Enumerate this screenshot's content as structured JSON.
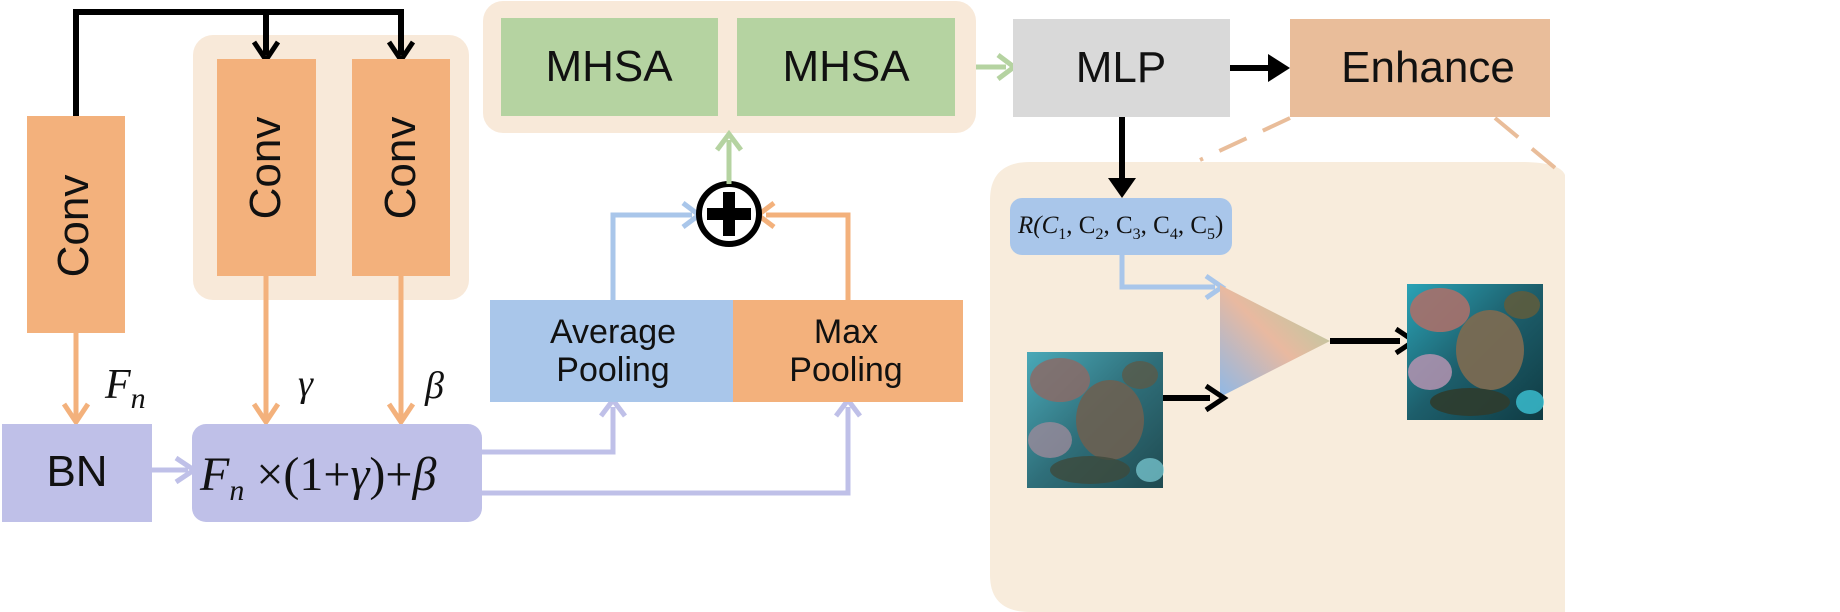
{
  "blocks": {
    "conv_left": "Conv",
    "conv_mid1": "Conv",
    "conv_mid2": "Conv",
    "bn": "BN",
    "mhsa1": "MHSA",
    "mhsa2": "MHSA",
    "mlp": "MLP",
    "enhance": "Enhance",
    "avg_pool_line1": "Average",
    "avg_pool_line2": "Pooling",
    "max_pool_line1": "Max",
    "max_pool_line2": "Pooling"
  },
  "math": {
    "fn_main": "F",
    "fn_sub": "n",
    "gamma": "γ",
    "beta": "β",
    "formula_f": "F",
    "formula_n": "n",
    "formula_rest1": " ×(1+",
    "formula_gamma": "γ",
    "formula_rest2": ")+",
    "formula_beta": "β",
    "r_func": "R(C",
    "r_args": [
      "1",
      "2",
      "3",
      "4",
      "5"
    ],
    "r_sep": ", C",
    "r_close": ")"
  },
  "colors": {
    "conv": "#f3b17c",
    "conv_group": "#f8e9d9",
    "bn": "#bfc0e8",
    "mhsa": "#b5d3a1",
    "mhsa_group": "#f8e9d9",
    "mlp": "#d9d9d9",
    "enhance": "#e9bd9a",
    "avg_pool": "#a9c6ea",
    "max_pool": "#f3b17c",
    "r_box": "#a9c6ea",
    "panel": "#f8ecdc",
    "arrow_black": "#000000",
    "arrow_orange": "#f3b17c",
    "arrow_purple": "#bfc0e8",
    "arrow_blue": "#a9c6ea",
    "arrow_green": "#b5d3a1"
  },
  "icons": {
    "sum_node": "circled-plus-icon",
    "triangle": "enhancement-network-icon",
    "input_image": "underwater-input-image",
    "output_image": "underwater-output-image"
  }
}
